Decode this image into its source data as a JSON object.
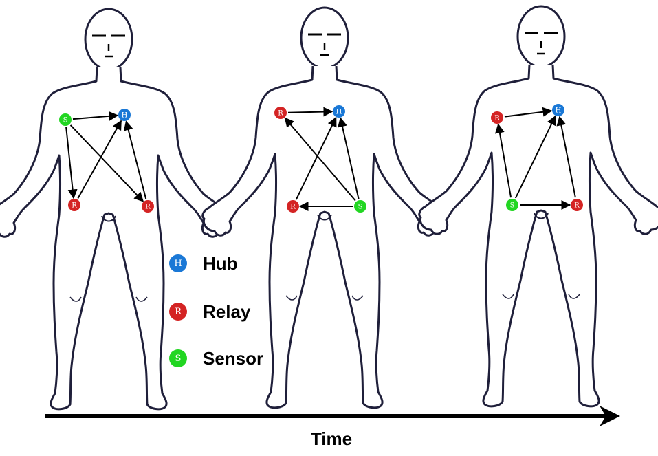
{
  "colors": {
    "hub": "#1a78d6",
    "relay": "#d42424",
    "sensor": "#22d622",
    "outline": "#1f1f3a",
    "arrow": "#000000"
  },
  "node_letters": {
    "hub": "H",
    "relay": "R",
    "sensor": "S"
  },
  "legend": {
    "hub": "Hub",
    "relay": "Relay",
    "sensor": "Sensor"
  },
  "axis": {
    "time_label": "Time"
  },
  "panels": [
    {
      "name": "panel-1",
      "nodes": [
        {
          "id": "s",
          "type": "sensor",
          "loc": "right-chest"
        },
        {
          "id": "h",
          "type": "hub",
          "loc": "left-chest"
        },
        {
          "id": "r1",
          "type": "relay",
          "loc": "right-hip"
        },
        {
          "id": "r2",
          "type": "relay",
          "loc": "left-hip"
        }
      ],
      "links": [
        [
          "s",
          "h"
        ],
        [
          "s",
          "r1"
        ],
        [
          "s",
          "r2"
        ],
        [
          "r1",
          "h"
        ],
        [
          "r2",
          "h"
        ]
      ]
    },
    {
      "name": "panel-2",
      "nodes": [
        {
          "id": "r1",
          "type": "relay",
          "loc": "right-chest"
        },
        {
          "id": "h",
          "type": "hub",
          "loc": "left-chest"
        },
        {
          "id": "r2",
          "type": "relay",
          "loc": "right-hip"
        },
        {
          "id": "s",
          "type": "sensor",
          "loc": "left-hip"
        }
      ],
      "links": [
        [
          "r1",
          "h"
        ],
        [
          "s",
          "r2"
        ],
        [
          "s",
          "r1"
        ],
        [
          "s",
          "h"
        ],
        [
          "r2",
          "h"
        ]
      ]
    },
    {
      "name": "panel-3",
      "nodes": [
        {
          "id": "r1",
          "type": "relay",
          "loc": "right-chest"
        },
        {
          "id": "h",
          "type": "hub",
          "loc": "left-chest"
        },
        {
          "id": "s",
          "type": "sensor",
          "loc": "right-hip"
        },
        {
          "id": "r2",
          "type": "relay",
          "loc": "left-hip"
        }
      ],
      "links": [
        [
          "r1",
          "h"
        ],
        [
          "s",
          "r1"
        ],
        [
          "s",
          "h"
        ],
        [
          "s",
          "r2"
        ],
        [
          "r2",
          "h"
        ]
      ]
    }
  ]
}
